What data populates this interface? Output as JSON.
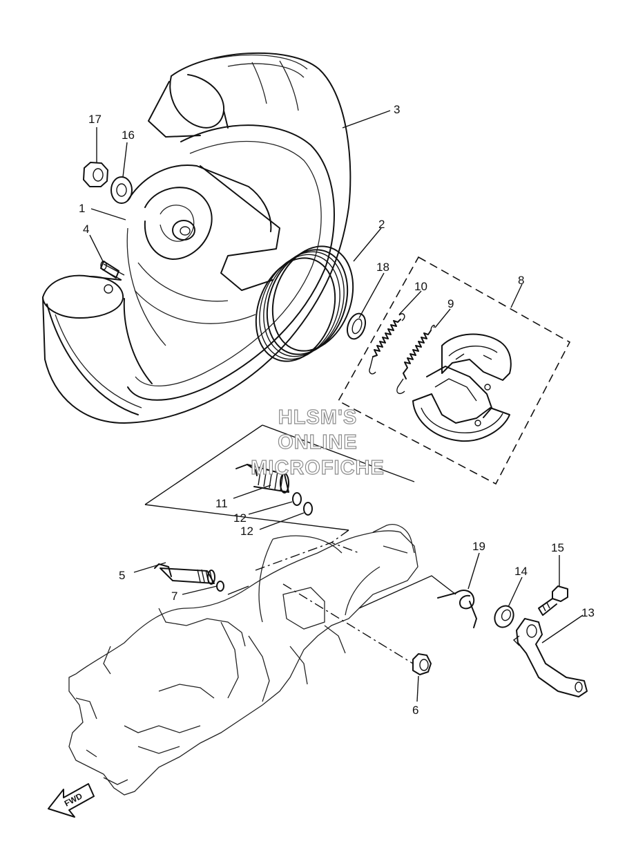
{
  "watermark": {
    "line1": "HLSM'S",
    "line2": "ONLINE",
    "line3": "MICROFICHE"
  },
  "direction_arrow_label": "FWD",
  "callouts": [
    {
      "id": "c1",
      "label": "1"
    },
    {
      "id": "c2",
      "label": "2"
    },
    {
      "id": "c3",
      "label": "3"
    },
    {
      "id": "c4",
      "label": "4"
    },
    {
      "id": "c5",
      "label": "5"
    },
    {
      "id": "c6",
      "label": "6"
    },
    {
      "id": "c7",
      "label": "7"
    },
    {
      "id": "c8",
      "label": "8"
    },
    {
      "id": "c9",
      "label": "9"
    },
    {
      "id": "c10",
      "label": "10"
    },
    {
      "id": "c11",
      "label": "11"
    },
    {
      "id": "c12a",
      "label": "12"
    },
    {
      "id": "c12b",
      "label": "12"
    },
    {
      "id": "c13",
      "label": "13"
    },
    {
      "id": "c14",
      "label": "14"
    },
    {
      "id": "c15",
      "label": "15"
    },
    {
      "id": "c16",
      "label": "16"
    },
    {
      "id": "c17",
      "label": "17"
    },
    {
      "id": "c18",
      "label": "18"
    },
    {
      "id": "c19",
      "label": "19"
    }
  ]
}
